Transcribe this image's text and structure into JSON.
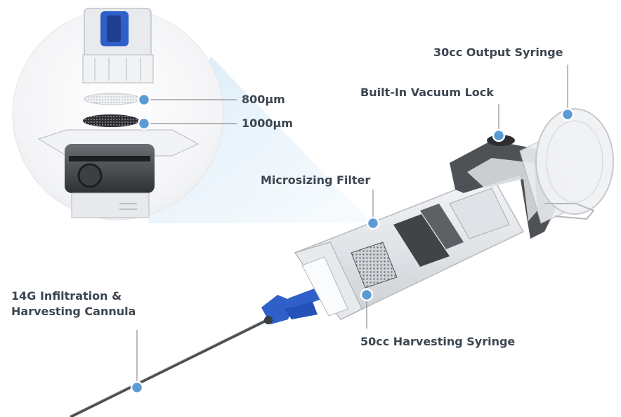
{
  "labels": {
    "output_syringe": "30cc Output Syringe",
    "vacuum_lock": "Built-In Vacuum Lock",
    "mesh_800": "800μm",
    "mesh_1000": "1000μm",
    "microsizing_filter": "Microsizing Filter",
    "cannula_line1": "14G Infiltration &",
    "cannula_line2": "Harvesting Cannula",
    "harvesting_syringe": "50cc Harvesting Syringe"
  },
  "colors": {
    "callout_dot": "#5b9bd5",
    "callout_line": "#8e8e8e",
    "label_text": "#3c4651",
    "blue_plastic": "#2f5fc8",
    "zoom_beam": "#d9ecf8"
  }
}
